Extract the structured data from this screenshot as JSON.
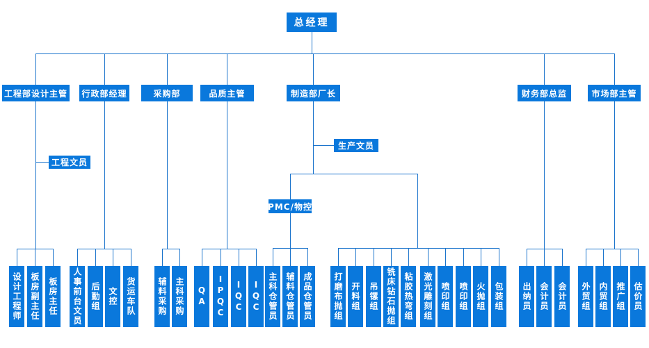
{
  "colors": {
    "box": "#0a78dc",
    "line": "#1b74cc",
    "text": "#ffffff",
    "background": "#ffffff"
  },
  "org": {
    "root": {
      "label": "总经理"
    },
    "departments": [
      {
        "name": "engineering",
        "label": "工程部设计主管",
        "staff": [
          {
            "label": "工程文员"
          }
        ],
        "children": [
          {
            "label": "设计工程师"
          },
          {
            "label": "板房副主任"
          },
          {
            "label": "板房主任"
          }
        ]
      },
      {
        "name": "admin",
        "label": "行政部经理",
        "children": [
          {
            "label": "人事前台文员"
          },
          {
            "label": "后勤组"
          },
          {
            "label": "文控"
          },
          {
            "label": "货运车队"
          }
        ]
      },
      {
        "name": "purchasing",
        "label": "采购部",
        "children": [
          {
            "label": "辅料采购"
          },
          {
            "label": "主科采购"
          }
        ]
      },
      {
        "name": "quality",
        "label": "品质主管",
        "children": [
          {
            "label": "QA"
          },
          {
            "label": "IPQC"
          },
          {
            "label": "IQC"
          },
          {
            "label": "IQC"
          }
        ]
      },
      {
        "name": "manufacturing",
        "label": "制造部厂长",
        "staff": [
          {
            "label": "生产文员"
          }
        ],
        "sub": {
          "label": "PMC/物控",
          "children": [
            {
              "label": "主科仓管员"
            },
            {
              "label": "辅料仓管员"
            },
            {
              "label": "成品仓管员"
            }
          ]
        },
        "children": [
          {
            "label": "打磨布抛组"
          },
          {
            "label": "开料组"
          },
          {
            "label": "吊镙组"
          },
          {
            "label": "铣床钻石抛组"
          },
          {
            "label": "粘胶热弯组"
          },
          {
            "label": "激光雕刻组"
          },
          {
            "label": "喷印组"
          },
          {
            "label": "喷印组"
          },
          {
            "label": "火抛组"
          },
          {
            "label": "包装组"
          }
        ]
      },
      {
        "name": "finance",
        "label": "财务部总监",
        "children": [
          {
            "label": "出纳员"
          },
          {
            "label": "会计员"
          },
          {
            "label": "会计员"
          }
        ]
      },
      {
        "name": "marketing",
        "label": "市场部主管",
        "children": [
          {
            "label": "外贸组"
          },
          {
            "label": "内贸组"
          },
          {
            "label": "推广组"
          },
          {
            "label": "估价员"
          }
        ]
      }
    ]
  }
}
